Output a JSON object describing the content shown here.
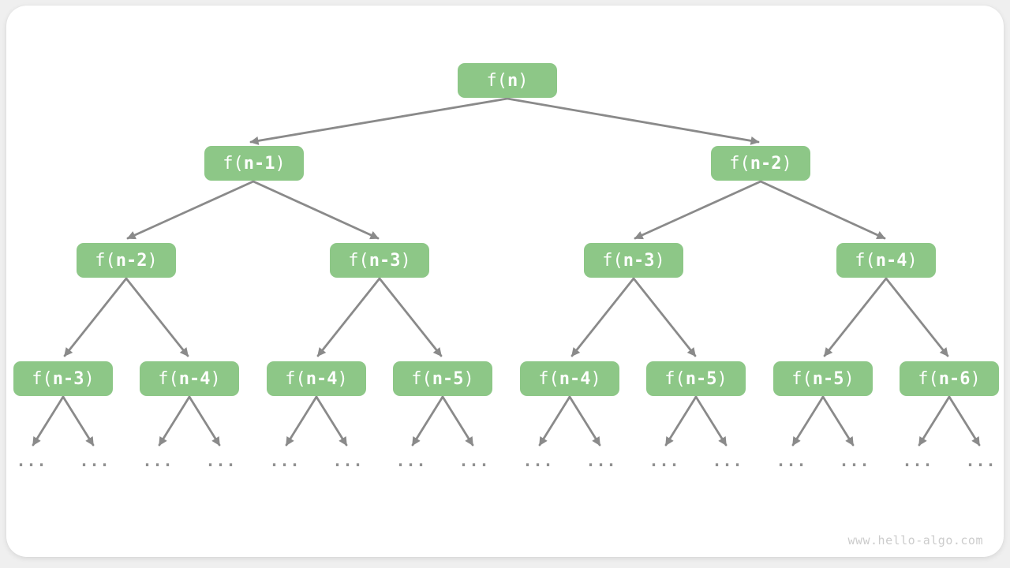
{
  "watermark": "www.hello-algo.com",
  "colors": {
    "node_bg": "#8dc787",
    "node_text": "#ffffff",
    "arrow": "#8a8a8a",
    "ellipsis": "#919191",
    "watermark": "#cccccc",
    "card_bg": "#ffffff",
    "page_bg": "#efefef"
  },
  "tree": {
    "type": "recursion-tree",
    "ellipsis": "...",
    "nodes": [
      {
        "level": 0,
        "prefix": "f(",
        "arg": "n",
        "suffix": ")"
      },
      {
        "level": 1,
        "prefix": "f(",
        "arg": "n-1",
        "suffix": ")"
      },
      {
        "level": 1,
        "prefix": "f(",
        "arg": "n-2",
        "suffix": ")"
      },
      {
        "level": 2,
        "prefix": "f(",
        "arg": "n-2",
        "suffix": ")"
      },
      {
        "level": 2,
        "prefix": "f(",
        "arg": "n-3",
        "suffix": ")"
      },
      {
        "level": 2,
        "prefix": "f(",
        "arg": "n-3",
        "suffix": ")"
      },
      {
        "level": 2,
        "prefix": "f(",
        "arg": "n-4",
        "suffix": ")"
      },
      {
        "level": 3,
        "prefix": "f(",
        "arg": "n-3",
        "suffix": ")"
      },
      {
        "level": 3,
        "prefix": "f(",
        "arg": "n-4",
        "suffix": ")"
      },
      {
        "level": 3,
        "prefix": "f(",
        "arg": "n-4",
        "suffix": ")"
      },
      {
        "level": 3,
        "prefix": "f(",
        "arg": "n-5",
        "suffix": ")"
      },
      {
        "level": 3,
        "prefix": "f(",
        "arg": "n-4",
        "suffix": ")"
      },
      {
        "level": 3,
        "prefix": "f(",
        "arg": "n-5",
        "suffix": ")"
      },
      {
        "level": 3,
        "prefix": "f(",
        "arg": "n-5",
        "suffix": ")"
      },
      {
        "level": 3,
        "prefix": "f(",
        "arg": "n-6",
        "suffix": ")"
      }
    ]
  }
}
